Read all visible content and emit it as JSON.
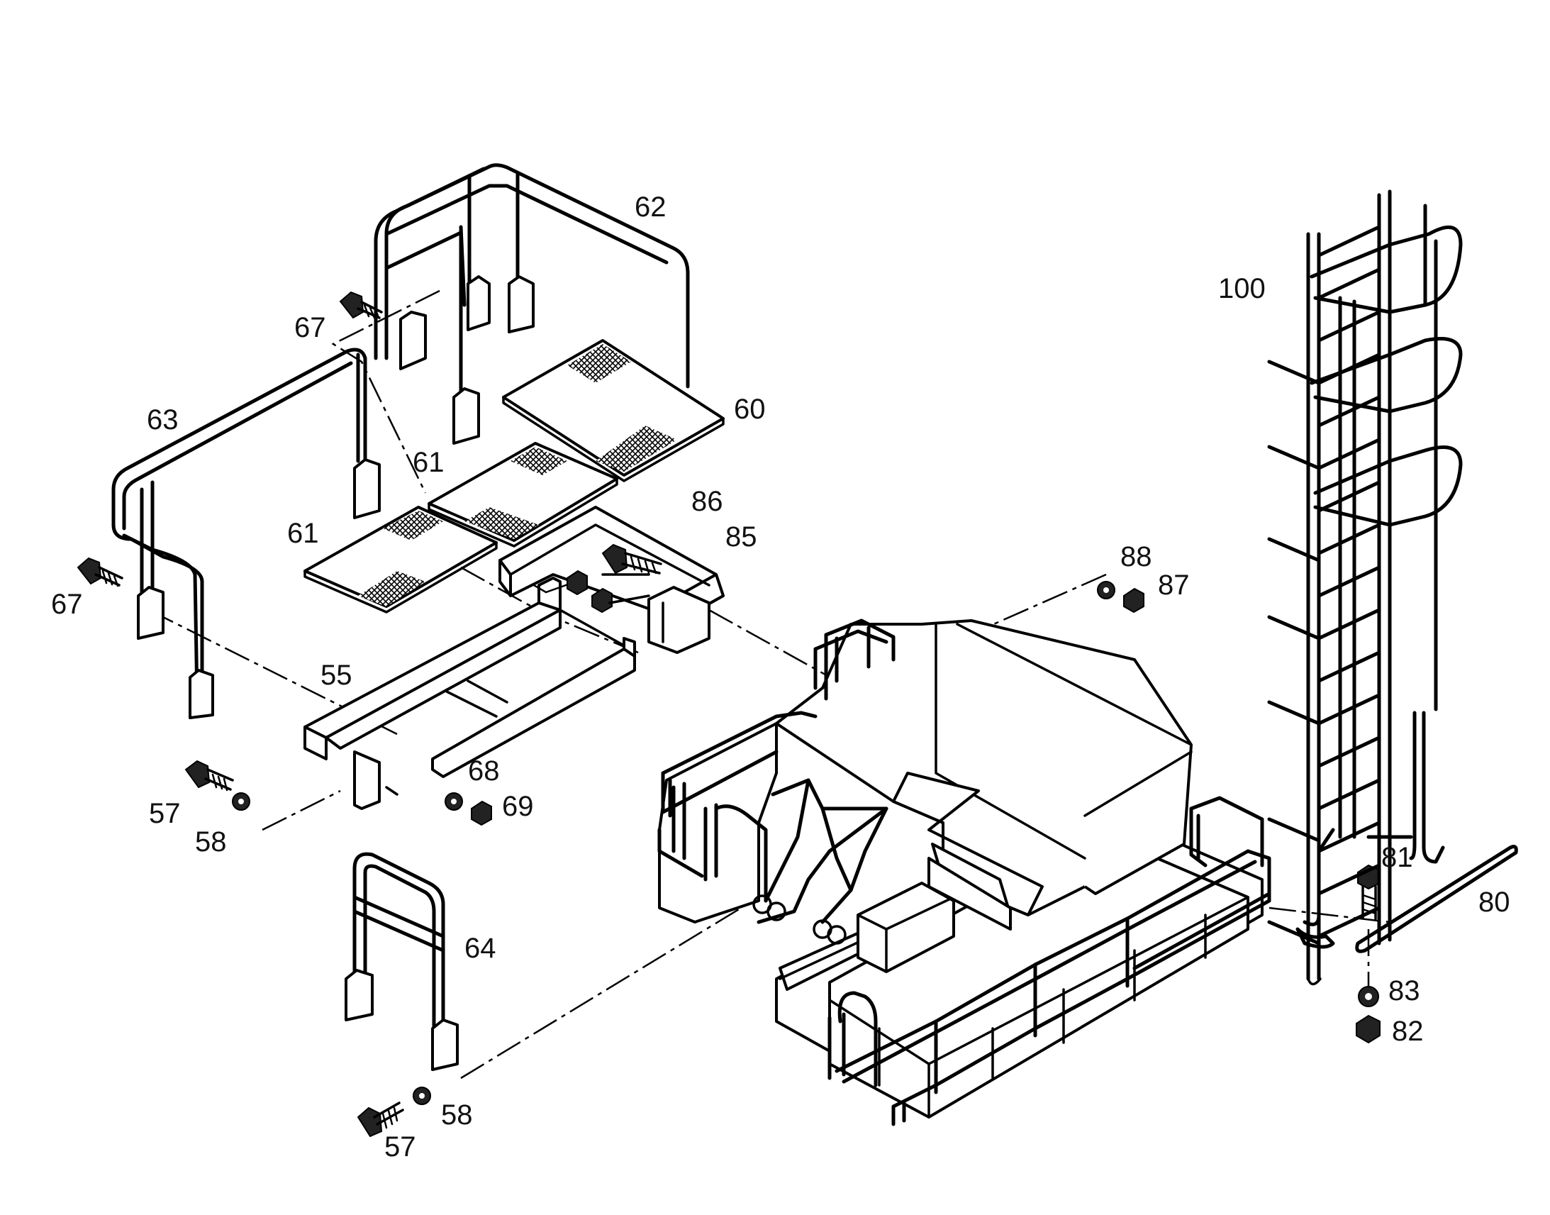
{
  "diagram": {
    "labels": [
      {
        "id": "62",
        "text": "62"
      },
      {
        "id": "67a",
        "text": "67"
      },
      {
        "id": "63",
        "text": "63"
      },
      {
        "id": "60",
        "text": "60"
      },
      {
        "id": "61a",
        "text": "61"
      },
      {
        "id": "61b",
        "text": "61"
      },
      {
        "id": "86",
        "text": "86"
      },
      {
        "id": "85",
        "text": "85"
      },
      {
        "id": "67b",
        "text": "67"
      },
      {
        "id": "55",
        "text": "55"
      },
      {
        "id": "68",
        "text": "68"
      },
      {
        "id": "69",
        "text": "69"
      },
      {
        "id": "57a",
        "text": "57"
      },
      {
        "id": "58a",
        "text": "58"
      },
      {
        "id": "64",
        "text": "64"
      },
      {
        "id": "58b",
        "text": "58"
      },
      {
        "id": "57b",
        "text": "57"
      },
      {
        "id": "100",
        "text": "100"
      },
      {
        "id": "88",
        "text": "88"
      },
      {
        "id": "87",
        "text": "87"
      },
      {
        "id": "81",
        "text": "81"
      },
      {
        "id": "80",
        "text": "80"
      },
      {
        "id": "83",
        "text": "83"
      },
      {
        "id": "82",
        "text": "82"
      }
    ]
  }
}
